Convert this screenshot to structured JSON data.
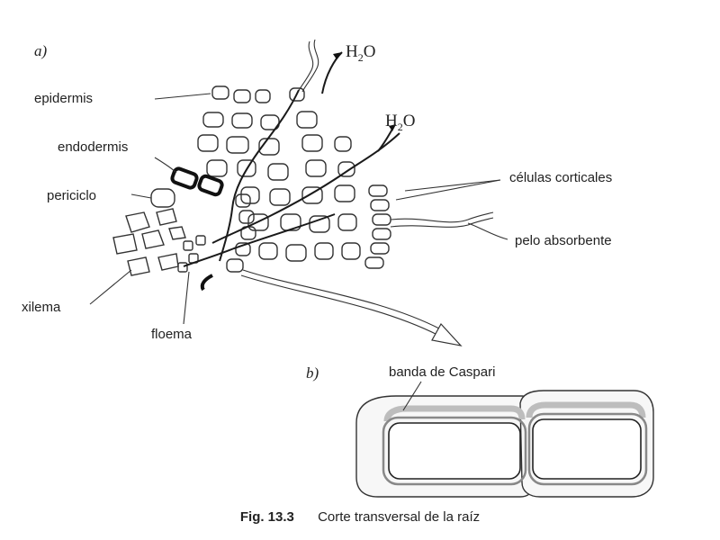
{
  "panels": {
    "a": "a)",
    "b": "b)"
  },
  "water": {
    "h": "H",
    "sub": "2",
    "o": "O"
  },
  "labels": {
    "epidermis": "epidermis",
    "endodermis": "endodermis",
    "periciclo": "periciclo",
    "xilema": "xilema",
    "floema": "floema",
    "celulas_corticales": "células corticales",
    "pelo_absorbente": "pelo absorbente",
    "banda_caspari": "banda de Caspari"
  },
  "caption": {
    "fig": "Fig. 13.3",
    "text": "Corte transversal de la raíz"
  }
}
